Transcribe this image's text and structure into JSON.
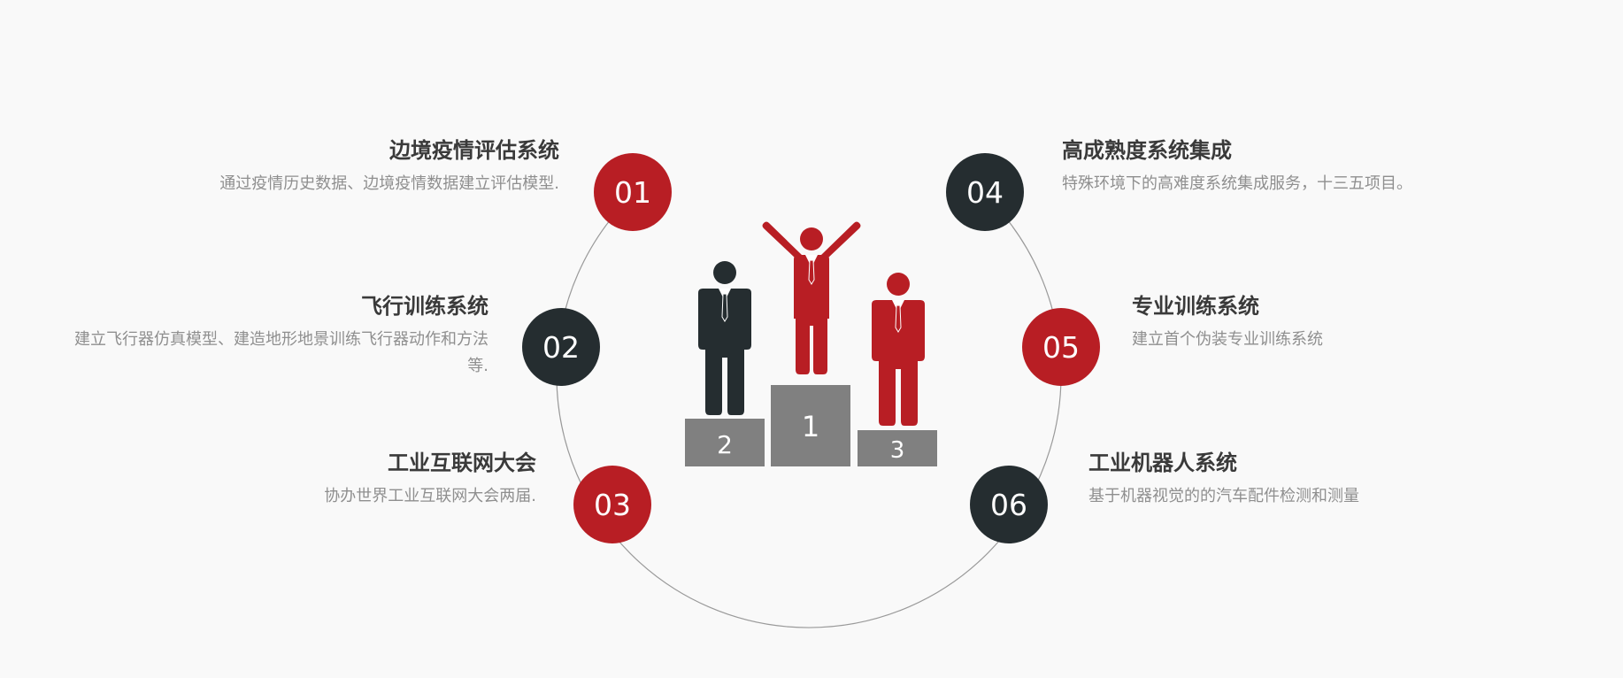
{
  "colors": {
    "red": "#b81e24",
    "dark": "#252d30",
    "podium": "#808080",
    "ring": "#9a9a9a"
  },
  "podium": {
    "first": "1",
    "second": "2",
    "third": "3"
  },
  "items": [
    {
      "number": "01",
      "title": "边境疫情评估系统",
      "desc": "通过疫情历史数据、边境疫情数据建立评估模型."
    },
    {
      "number": "02",
      "title": "飞行训练系统",
      "desc": "建立飞行器仿真模型、建造地形地景训练飞行器动作和方法等."
    },
    {
      "number": "03",
      "title": "工业互联网大会",
      "desc": "协办世界工业互联网大会两届."
    },
    {
      "number": "04",
      "title": "高成熟度系统集成",
      "desc": "特殊环境下的高难度系统集成服务，十三五项目。"
    },
    {
      "number": "05",
      "title": "专业训练系统",
      "desc": "建立首个伪装专业训练系统"
    },
    {
      "number": "06",
      "title": "工业机器人系统",
      "desc": "基于机器视觉的的汽车配件检测和测量"
    }
  ]
}
